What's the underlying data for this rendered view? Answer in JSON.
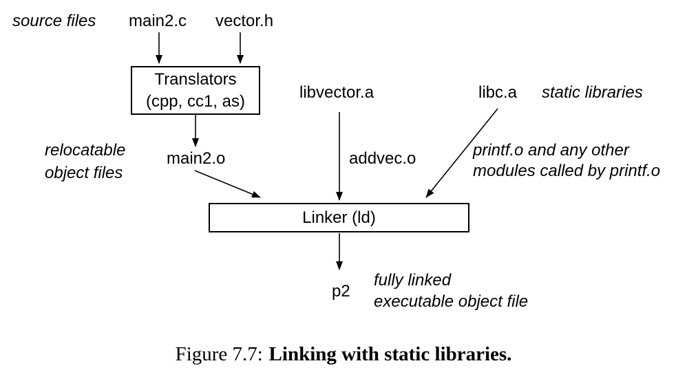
{
  "figure": {
    "nodes": {
      "translators": {
        "line1": "Translators",
        "line2": "(cpp, cc1, as)"
      },
      "linker": {
        "label": "Linker (ld)"
      }
    },
    "files": {
      "main2_c": "main2.c",
      "vector_h": "vector.h",
      "main2_o": "main2.o",
      "libvector_a": "libvector.a",
      "addvec_o": "addvec.o",
      "libc_a": "libc.a",
      "p2": "p2"
    },
    "annotations": {
      "source_files": "source files",
      "relocatable": {
        "line1": "relocatable",
        "line2": "object files"
      },
      "static_libraries": "static libraries",
      "printf_note": {
        "line1": "printf.o and any other",
        "line2": "modules called by printf.o"
      },
      "fully_linked": {
        "line1": "fully linked",
        "line2": "executable object file"
      }
    },
    "caption": {
      "prefix": "Figure 7.7:",
      "title": "Linking with static libraries."
    },
    "colors": {
      "ink": "#000000",
      "background": "#ffffff"
    }
  }
}
